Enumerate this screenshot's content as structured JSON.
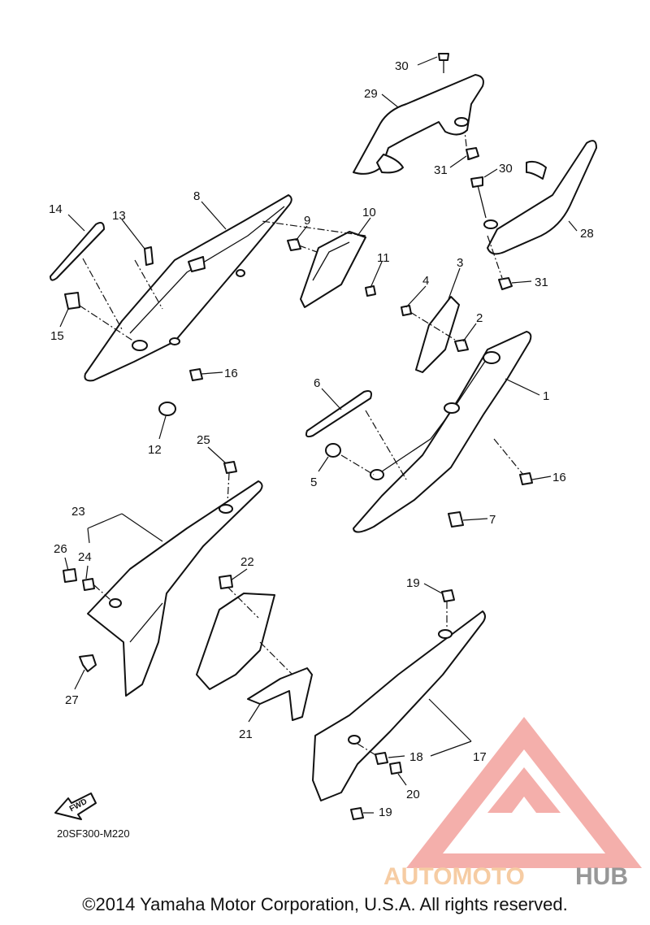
{
  "diagram": {
    "callouts": [
      {
        "id": "c30a",
        "text": "30"
      },
      {
        "id": "c29",
        "text": "29"
      },
      {
        "id": "c31a",
        "text": "31"
      },
      {
        "id": "c30b",
        "text": "30"
      },
      {
        "id": "c28",
        "text": "28"
      },
      {
        "id": "c31b",
        "text": "31"
      },
      {
        "id": "c14",
        "text": "14"
      },
      {
        "id": "c13",
        "text": "13"
      },
      {
        "id": "c8",
        "text": "8"
      },
      {
        "id": "c9",
        "text": "9"
      },
      {
        "id": "c10",
        "text": "10"
      },
      {
        "id": "c11",
        "text": "11"
      },
      {
        "id": "c15",
        "text": "15"
      },
      {
        "id": "c16a",
        "text": "16"
      },
      {
        "id": "c12",
        "text": "12"
      },
      {
        "id": "c3",
        "text": "3"
      },
      {
        "id": "c4",
        "text": "4"
      },
      {
        "id": "c2",
        "text": "2"
      },
      {
        "id": "c1",
        "text": "1"
      },
      {
        "id": "c6",
        "text": "6"
      },
      {
        "id": "c5",
        "text": "5"
      },
      {
        "id": "c16b",
        "text": "16"
      },
      {
        "id": "c7",
        "text": "7"
      },
      {
        "id": "c25",
        "text": "25"
      },
      {
        "id": "c23",
        "text": "23"
      },
      {
        "id": "c26",
        "text": "26"
      },
      {
        "id": "c24",
        "text": "24"
      },
      {
        "id": "c22",
        "text": "22"
      },
      {
        "id": "c19a",
        "text": "19"
      },
      {
        "id": "c27",
        "text": "27"
      },
      {
        "id": "c21",
        "text": "21"
      },
      {
        "id": "c18",
        "text": "18"
      },
      {
        "id": "c17",
        "text": "17"
      },
      {
        "id": "c20",
        "text": "20"
      },
      {
        "id": "c19b",
        "text": "19"
      }
    ],
    "fwd_label": "FWD",
    "diagram_code": "20SF300-M220"
  },
  "watermark": {
    "part1": "AUTOMOTO",
    "part2": "HUB",
    "colors": {
      "triangle": "#f3a7a3",
      "auto": "#f6c79a",
      "hub": "#8c8c8c"
    }
  },
  "footer": {
    "copyright": "©2014 Yamaha Motor Corporation, U.S.A. All rights reserved."
  }
}
